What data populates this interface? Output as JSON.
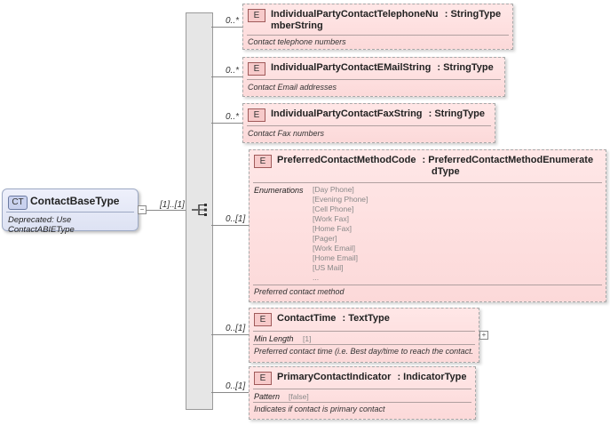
{
  "complex_type": {
    "badge": "CT",
    "name": "ContactBaseType",
    "documentation": "Deprecated: Use ContactABIEType"
  },
  "sequence": {
    "cardinality": "[1]..[1]"
  },
  "elements": [
    {
      "badge": "E",
      "name_line1": "IndividualPartyContactTelephoneNu",
      "name_line2": "mberString",
      "type_line1": ": StringType",
      "cardinality": "0..*",
      "documentation": "Contact telephone numbers"
    },
    {
      "badge": "E",
      "name": "IndividualPartyContactEMailString",
      "type": ": StringType",
      "cardinality": "0..*",
      "documentation": "Contact Email addresses"
    },
    {
      "badge": "E",
      "name": "IndividualPartyContactFaxString",
      "type": ": StringType",
      "cardinality": "0..*",
      "documentation": "Contact Fax numbers"
    },
    {
      "badge": "E",
      "name": "PreferredContactMethodCode",
      "type_line1": ": PreferredContactMethodEnumerate",
      "type_line2": "dType",
      "cardinality": "0..[1]",
      "facet_label": "Enumerations",
      "enumerations": [
        "[Day Phone]",
        "[Evening Phone]",
        "[Cell Phone]",
        "[Work Fax]",
        "[Home Fax]",
        "[Pager]",
        "[Work Email]",
        "[Home Email]",
        "[US Mail]",
        "..."
      ],
      "documentation": "Preferred contact method"
    },
    {
      "badge": "E",
      "name": "ContactTime",
      "type": ": TextType",
      "cardinality": "0..[1]",
      "facet_label": "Min Length",
      "facet_value": "[1]",
      "documentation": "Preferred contact time (i.e. Best day/time to reach the contact.",
      "expander": "+"
    },
    {
      "badge": "E",
      "name": "PrimaryContactIndicator",
      "type": ": IndicatorType",
      "cardinality": "0..[1]",
      "facet_label": "Pattern",
      "facet_value": "[false]",
      "documentation": "Indicates if contact is primary contact"
    }
  ],
  "icons": {
    "sequence": "sequence-compositor-icon",
    "expander": "expand-plus-icon"
  }
}
